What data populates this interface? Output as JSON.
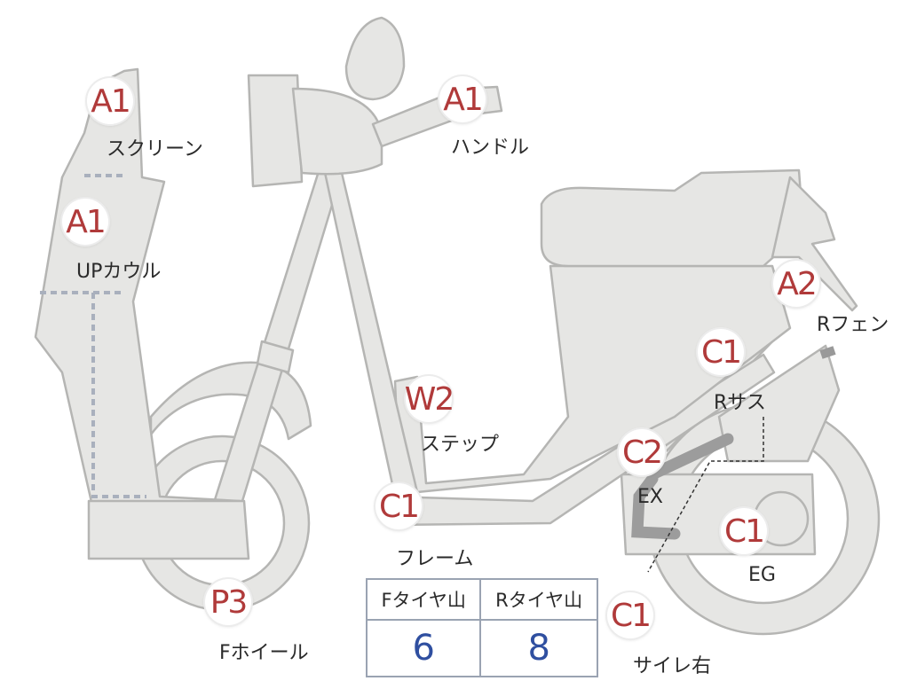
{
  "parts": [
    {
      "key": "screen",
      "code": "A1",
      "label": "スクリーン"
    },
    {
      "key": "up-cowl",
      "code": "A1",
      "label": "UPカウル"
    },
    {
      "key": "handle",
      "code": "A1",
      "label": "ハンドル"
    },
    {
      "key": "r-fender",
      "code": "A2",
      "label": "Rフェン"
    },
    {
      "key": "r-suspension",
      "code": "C1",
      "label": "Rサス"
    },
    {
      "key": "step",
      "code": "W2",
      "label": "ステップ"
    },
    {
      "key": "ex",
      "code": "C2",
      "label": "EX"
    },
    {
      "key": "frame",
      "code": "C1",
      "label": "フレーム"
    },
    {
      "key": "eg",
      "code": "C1",
      "label": "EG"
    },
    {
      "key": "f-wheel",
      "code": "P3",
      "label": "Fホイール"
    },
    {
      "key": "silencer-right",
      "code": "C1",
      "label": "サイレ右"
    }
  ],
  "tire_tread": {
    "front_header": "Fタイヤ山",
    "rear_header": "Rタイヤ山",
    "front_value": "6",
    "rear_value": "8"
  },
  "colors": {
    "code_text": "#b03a3a",
    "tread_value": "#2f4fa0",
    "part_fill": "#e6e6e4",
    "part_outline": "#b5b5b3",
    "dashed_line": "#a9b0bd"
  }
}
